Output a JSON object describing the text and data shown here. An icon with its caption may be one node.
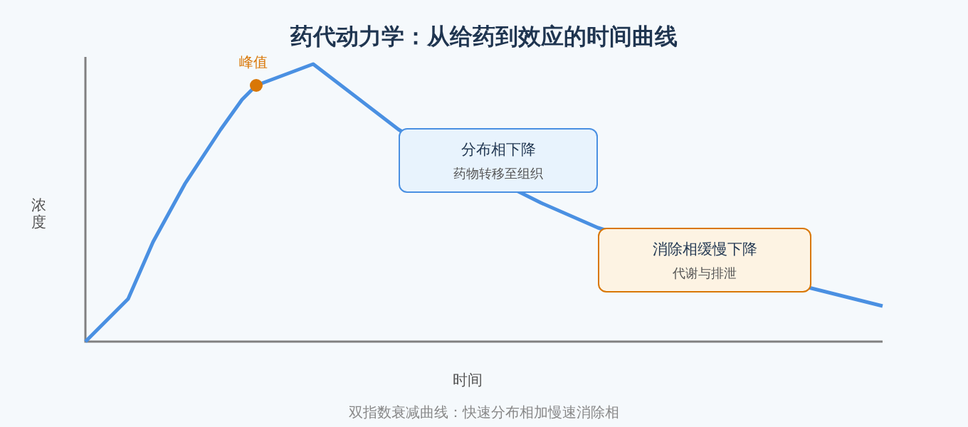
{
  "diagram": {
    "title": "药代动力学：从给药到效应的时间曲线",
    "caption": "双指数衰减曲线：快速分布相加慢速消除相",
    "nodes": [
      {
        "text": [
          "分布相下降",
          "药物转移至组织"
        ]
      },
      {
        "text": [
          "消除相缓慢下降",
          "代谢与排泄"
        ]
      }
    ],
    "labels": [
      "峰值",
      "浓度",
      "时间"
    ]
  }
}
